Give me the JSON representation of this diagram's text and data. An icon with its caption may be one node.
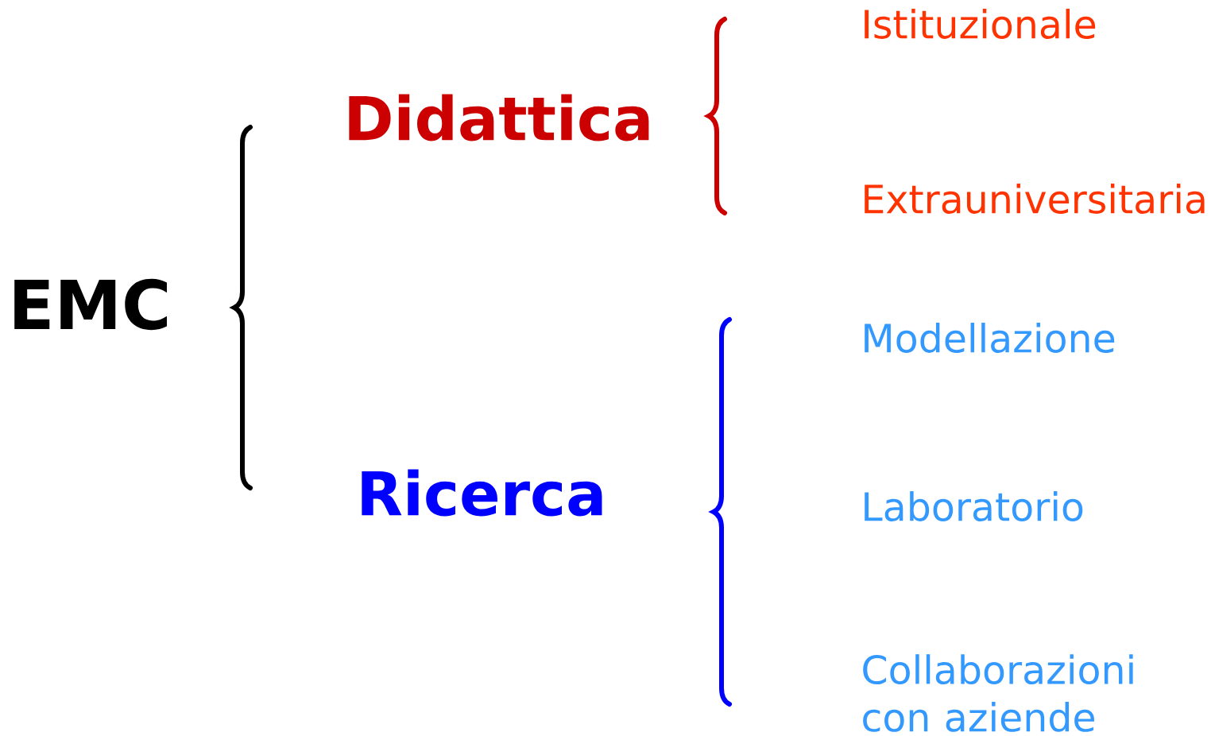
{
  "diagram": {
    "nodes": [
      {
        "text": [
          "EMC"
        ]
      },
      {
        "text": [
          "Didattica"
        ]
      },
      {
        "text": [
          "Ricerca"
        ]
      },
      {
        "text": [
          "Istituzionale"
        ]
      },
      {
        "text": [
          "Extrauniversitaria"
        ]
      },
      {
        "text": [
          "Modellazione"
        ]
      },
      {
        "text": [
          "Laboratorio"
        ]
      },
      {
        "text": [
          "Collaborazioni con aziende"
        ]
      }
    ]
  }
}
